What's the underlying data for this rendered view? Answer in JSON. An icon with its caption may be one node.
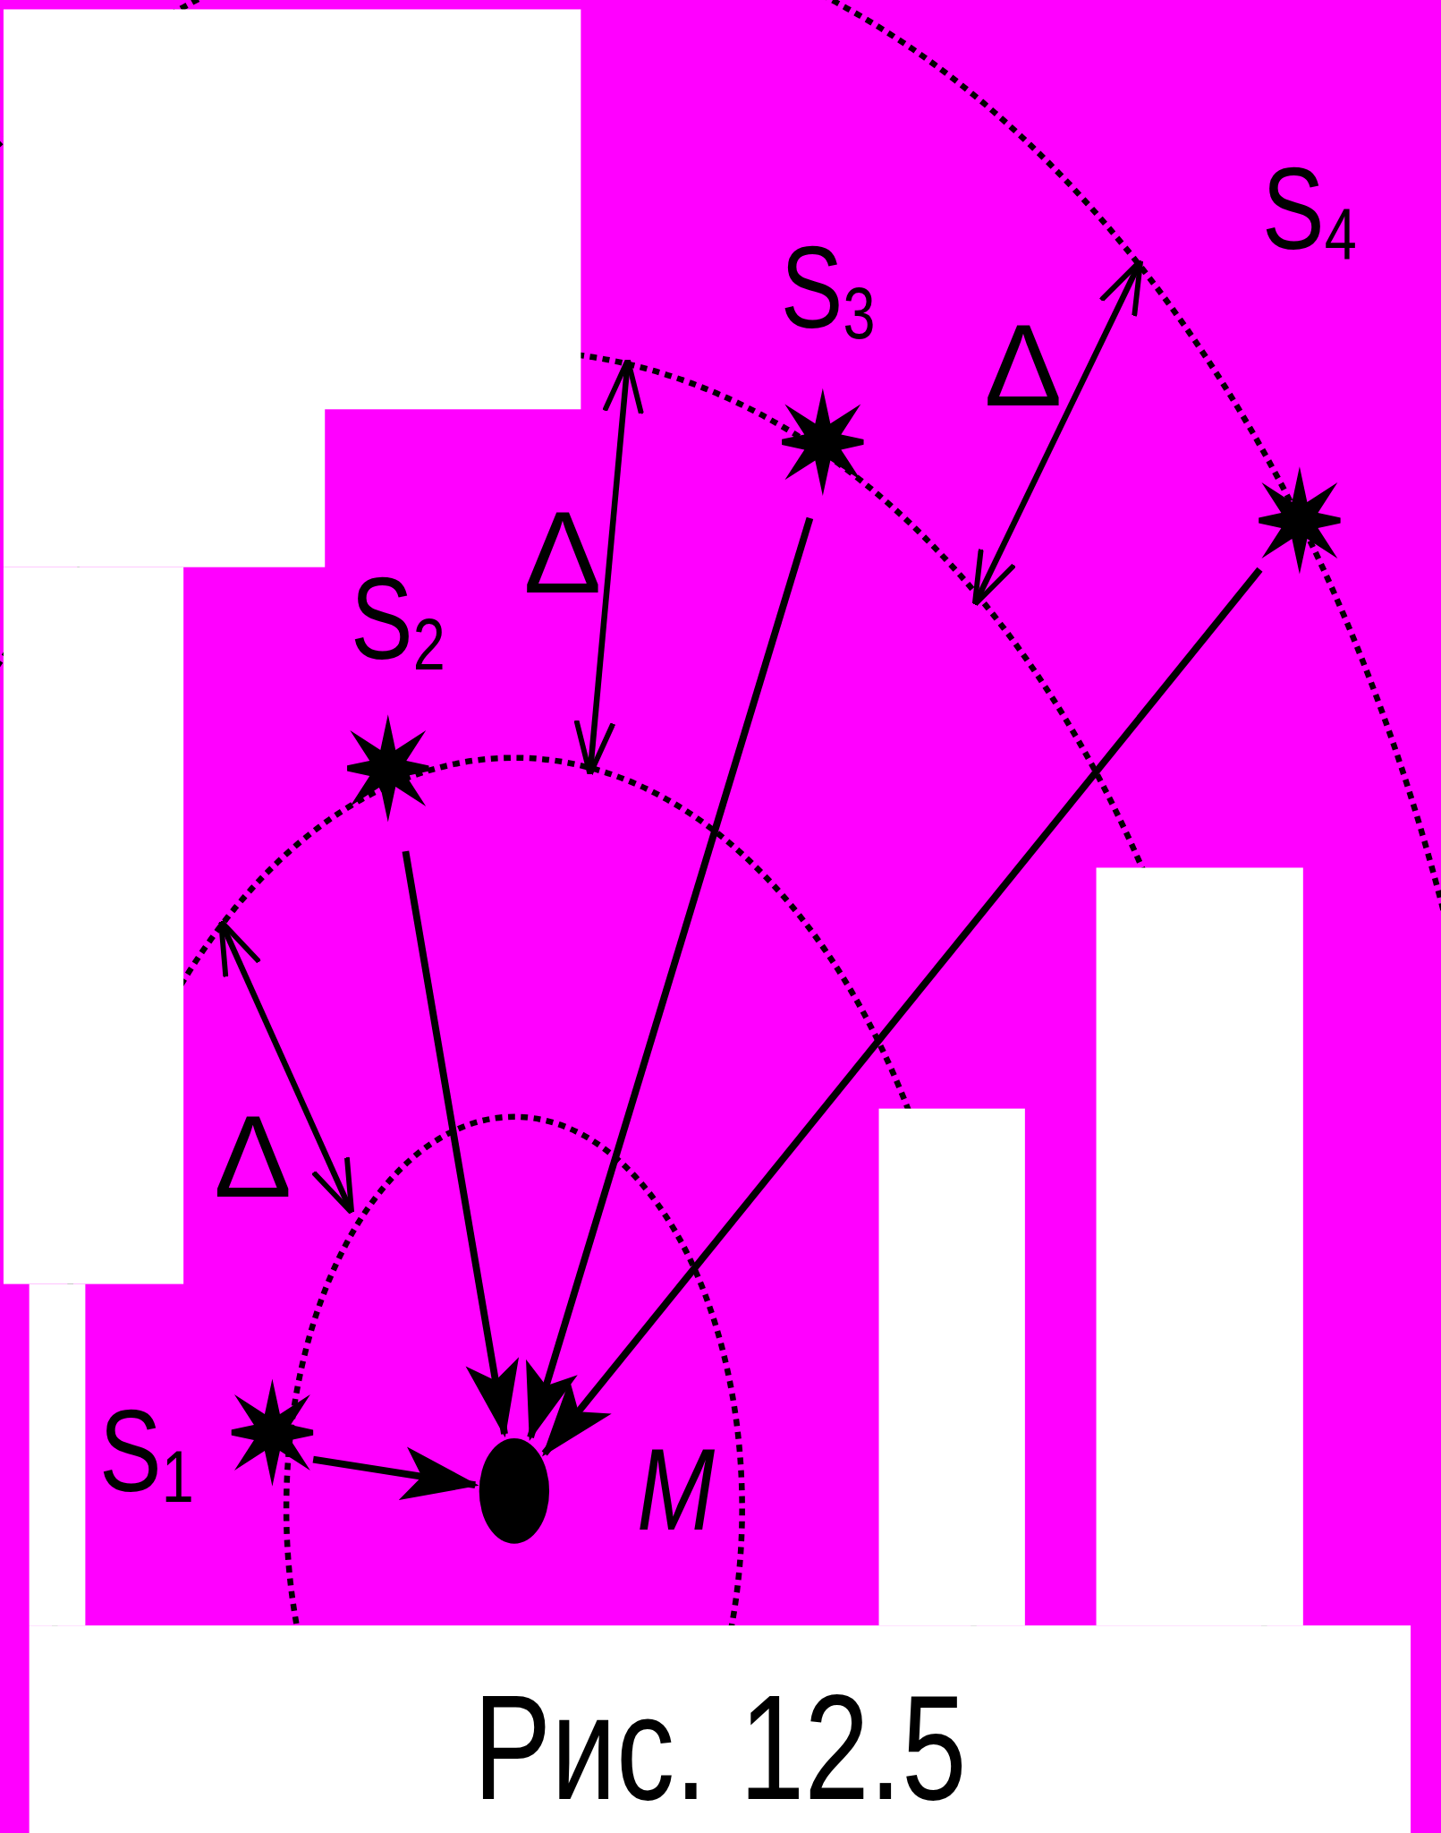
{
  "diagram": {
    "caption": "Рис. 12.5",
    "nodes": [
      {
        "text": [
          "S$_{1}$"
        ]
      },
      {
        "text": [
          "S$_{2}$"
        ]
      },
      {
        "text": [
          "S$_{3}$"
        ]
      },
      {
        "text": [
          "S$_{4}$"
        ]
      },
      {
        "text": [
          "M"
        ]
      }
    ],
    "edges": [
      {
        "from": 0,
        "to": 4,
        "arrow": "to"
      },
      {
        "from": 1,
        "to": 4,
        "arrow": "to"
      },
      {
        "from": 2,
        "to": 4,
        "arrow": "to"
      },
      {
        "from": 3,
        "to": 4,
        "arrow": "to"
      }
    ],
    "labels": [
      "Δ",
      "Δ",
      "Δ"
    ]
  }
}
